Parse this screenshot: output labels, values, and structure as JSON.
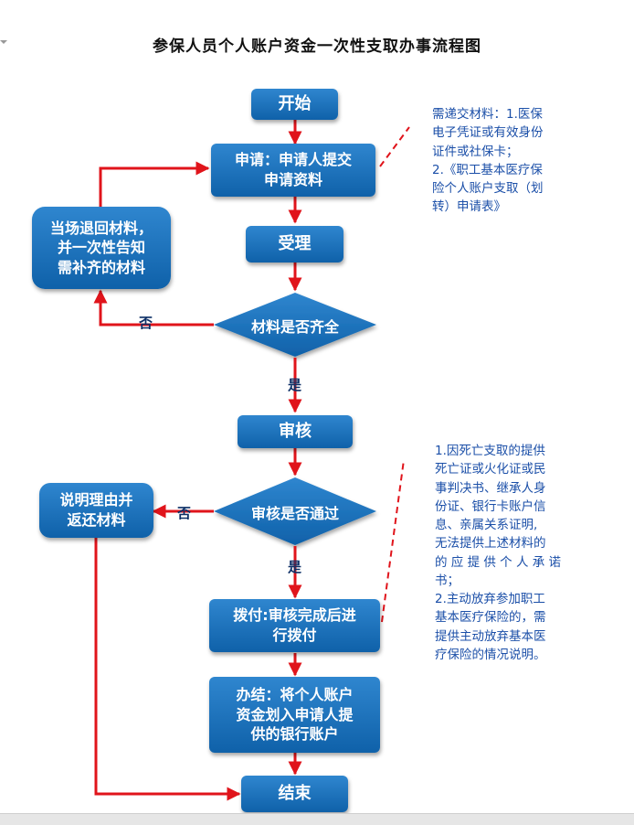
{
  "title": "参保人员个人账户资金一次性支取办事流程图",
  "nodes": {
    "start": "开始",
    "apply_1": "申请：申请人提交",
    "apply_2": "申请资料",
    "accept": "受理",
    "check_materials": "材料是否齐全",
    "return_1": "当场退回材料，",
    "return_2": "并一次性告知",
    "return_3": "需补齐的材料",
    "review": "审核",
    "review_pass": "审核是否通过",
    "explain_1": "说明理由并",
    "explain_2": "返还材料",
    "pay_1": "拨付:审核完成后进",
    "pay_2": "行拨付",
    "finish_1": "办结：将个人账户",
    "finish_2": "资金划入申请人提",
    "finish_3": "供的银行账户",
    "end": "结束"
  },
  "labels": {
    "no_1": "否",
    "yes_1": "是",
    "no_2": "否",
    "yes_2": "是"
  },
  "notes": {
    "materials": [
      "需递交材料：1.医保",
      "电子凭证或有效身份",
      "证件或社保卡；",
      "2.《职工基本医疗保",
      "险个人账户支取（划",
      "转）申请表》"
    ],
    "death": [
      "1.因死亡支取的提供",
      "死亡证或火化证或民",
      "事判决书、继承人身",
      "份证、银行卡账户信",
      "息、亲属关系证明,",
      "无法提供上述材料的",
      "的 应 提 供 个 人 承 诺",
      "书；",
      "2.主动放弃参加职工",
      "基本医疗保险的，需",
      "提供主动放弃基本医",
      "疗保险的情况说明。"
    ]
  },
  "colors": {
    "box": "#1a6fbd",
    "arrow": "#e0141b",
    "note_text": "#1b4fa8"
  }
}
